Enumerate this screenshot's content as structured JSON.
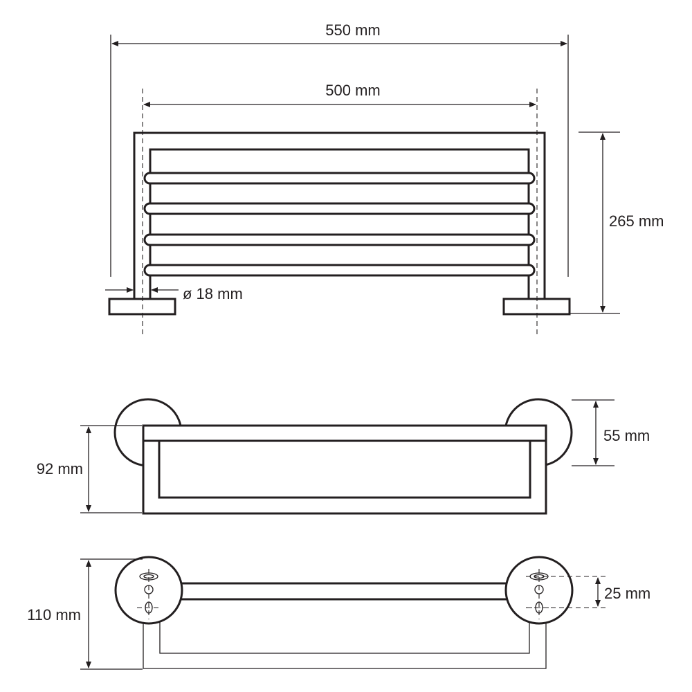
{
  "dimensions": {
    "overall_width": "550 mm",
    "inner_width": "500 mm",
    "height": "265 mm",
    "tube_diameter": "ø 18 mm",
    "rack_depth": "92 mm",
    "rosette_diameter": "55 mm",
    "total_depth": "110 mm",
    "hole_spacing": "25 mm"
  }
}
